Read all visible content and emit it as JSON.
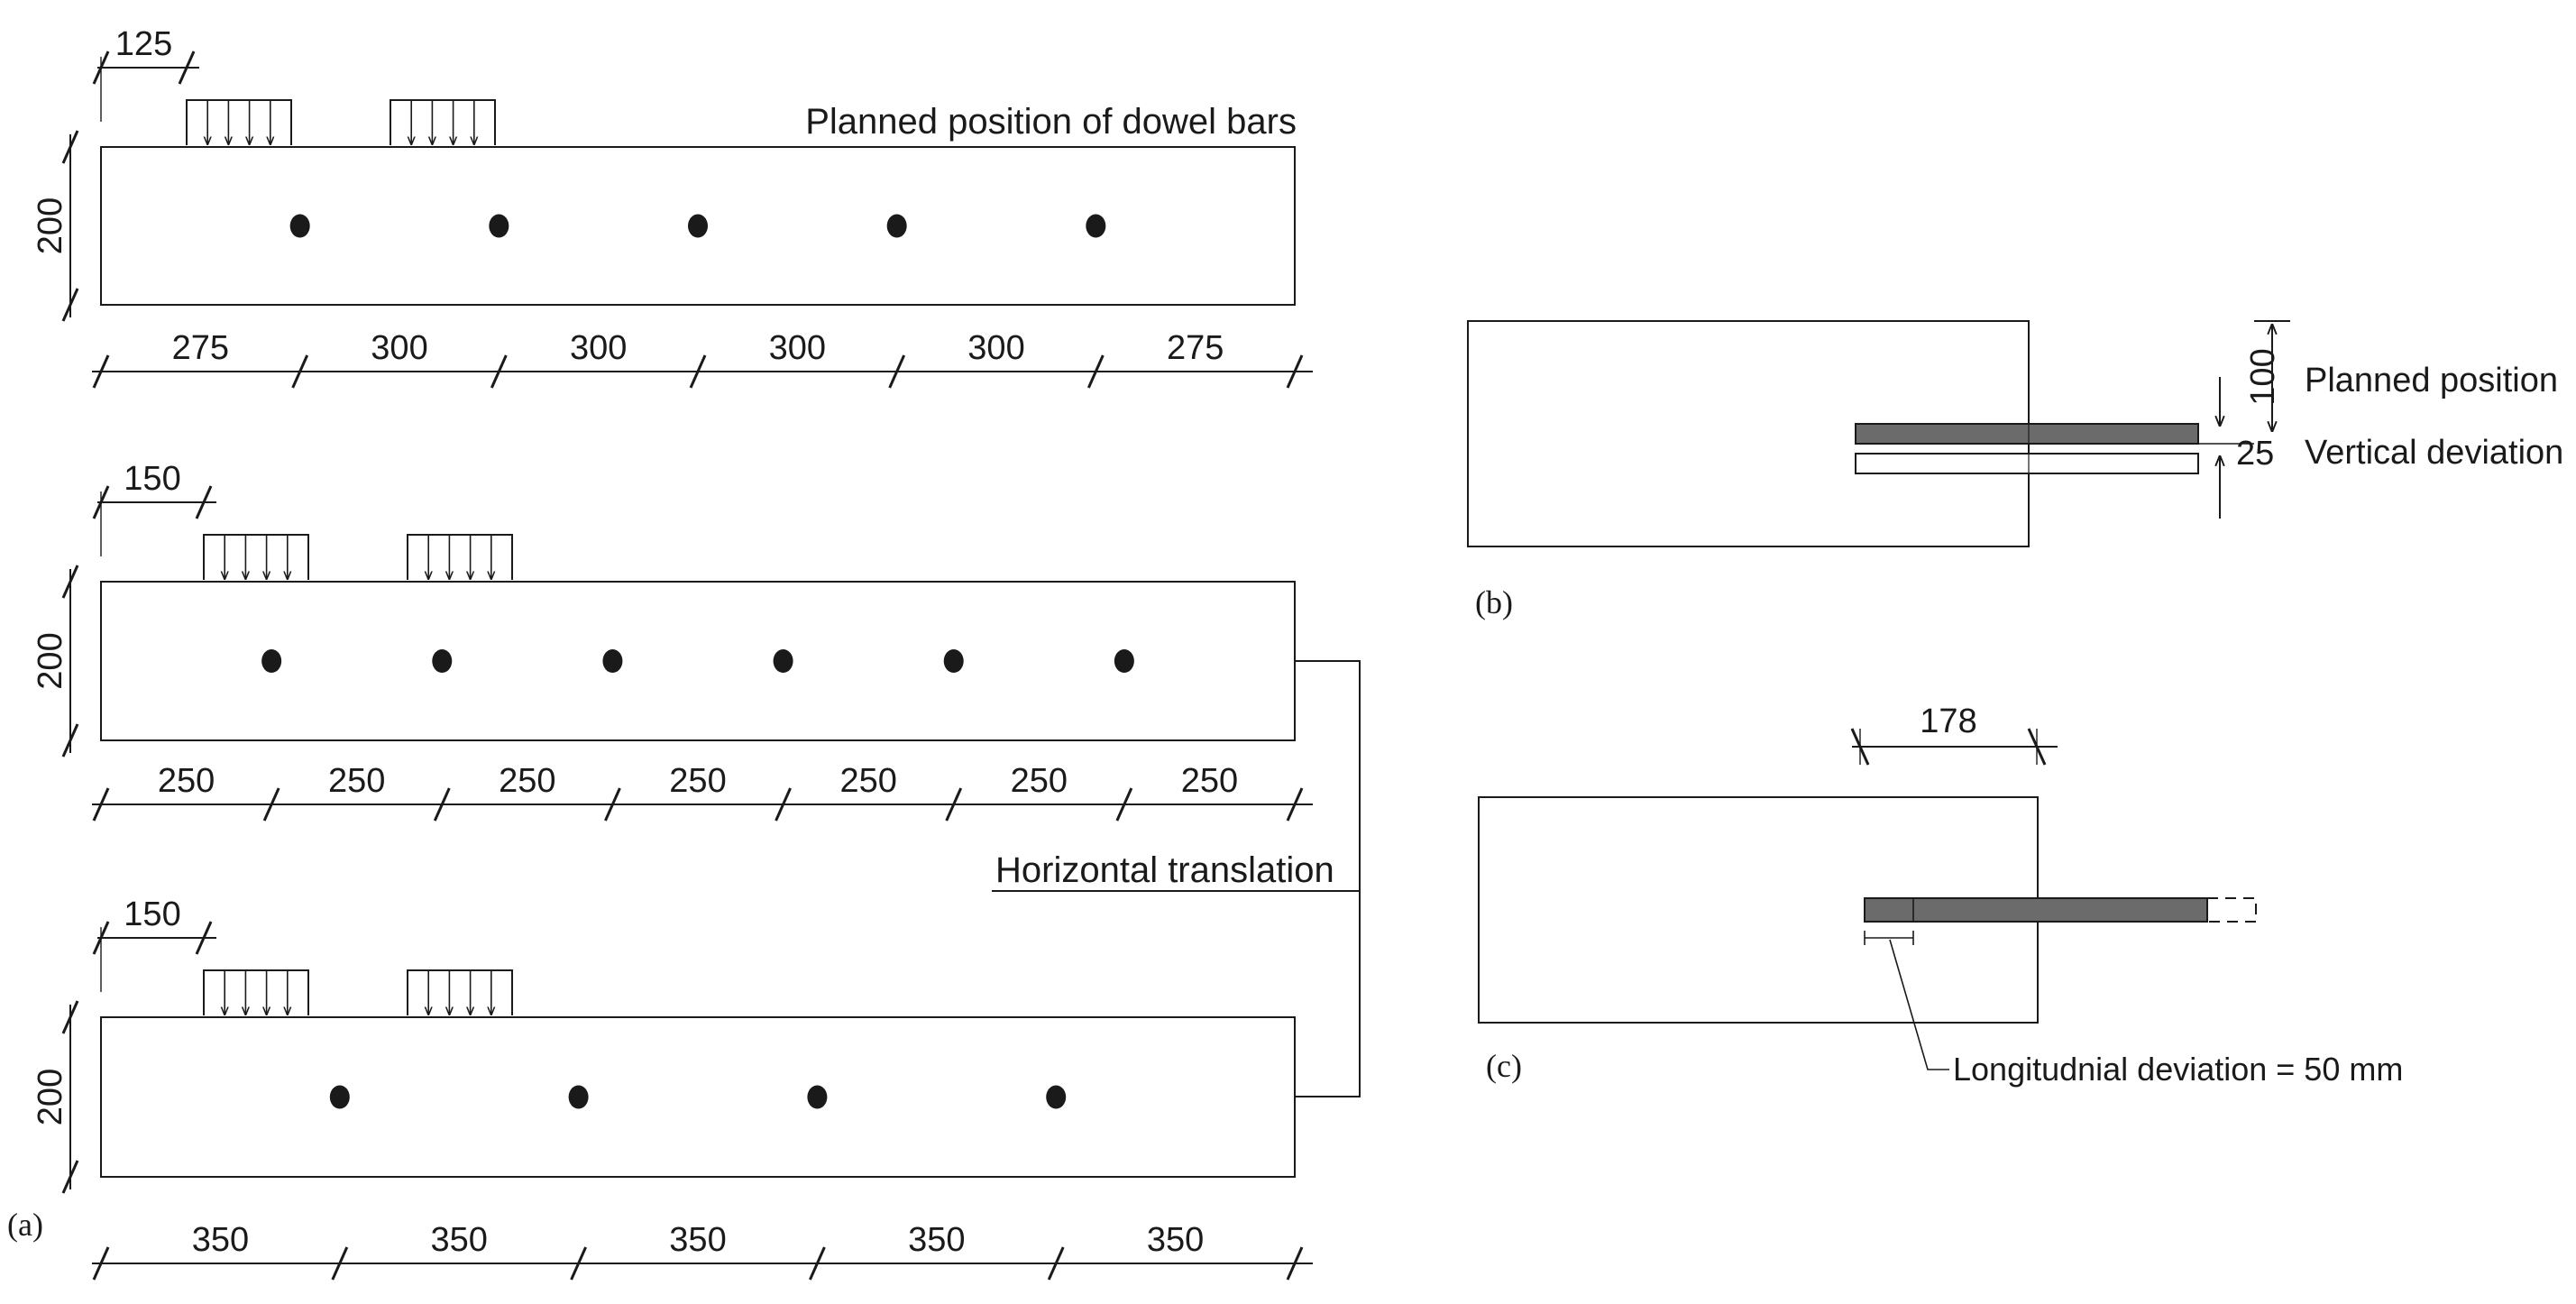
{
  "diagram": {
    "panel_a": {
      "tag": "(a)",
      "planned_title": "Planned position of dowel bars",
      "translation_label": "Horizontal translation",
      "height_label": "200",
      "rows": [
        {
          "load_offset": "125",
          "spacings": [
            "275",
            "300",
            "300",
            "300",
            "300",
            "275"
          ],
          "dowel_count": 5
        },
        {
          "load_offset": "150",
          "spacings": [
            "250",
            "250",
            "250",
            "250",
            "250",
            "250",
            "250"
          ],
          "dowel_count": 6
        },
        {
          "load_offset": "150",
          "spacings": [
            "350",
            "350",
            "350",
            "350",
            "350"
          ],
          "dowel_count": 4
        }
      ]
    },
    "panel_b": {
      "tag": "(b)",
      "dim_100": "100",
      "dim_25": "25",
      "label_planned": "Planned position",
      "label_vertical": "Vertical deviation"
    },
    "panel_c": {
      "tag": "(c)",
      "dim_178": "178",
      "label_longitudinal": "Longitudnial deviation = 50 mm"
    }
  },
  "colors": {
    "line": "#1a1a1a",
    "dowel_fill": "#6b6b6b",
    "background": "#ffffff"
  }
}
